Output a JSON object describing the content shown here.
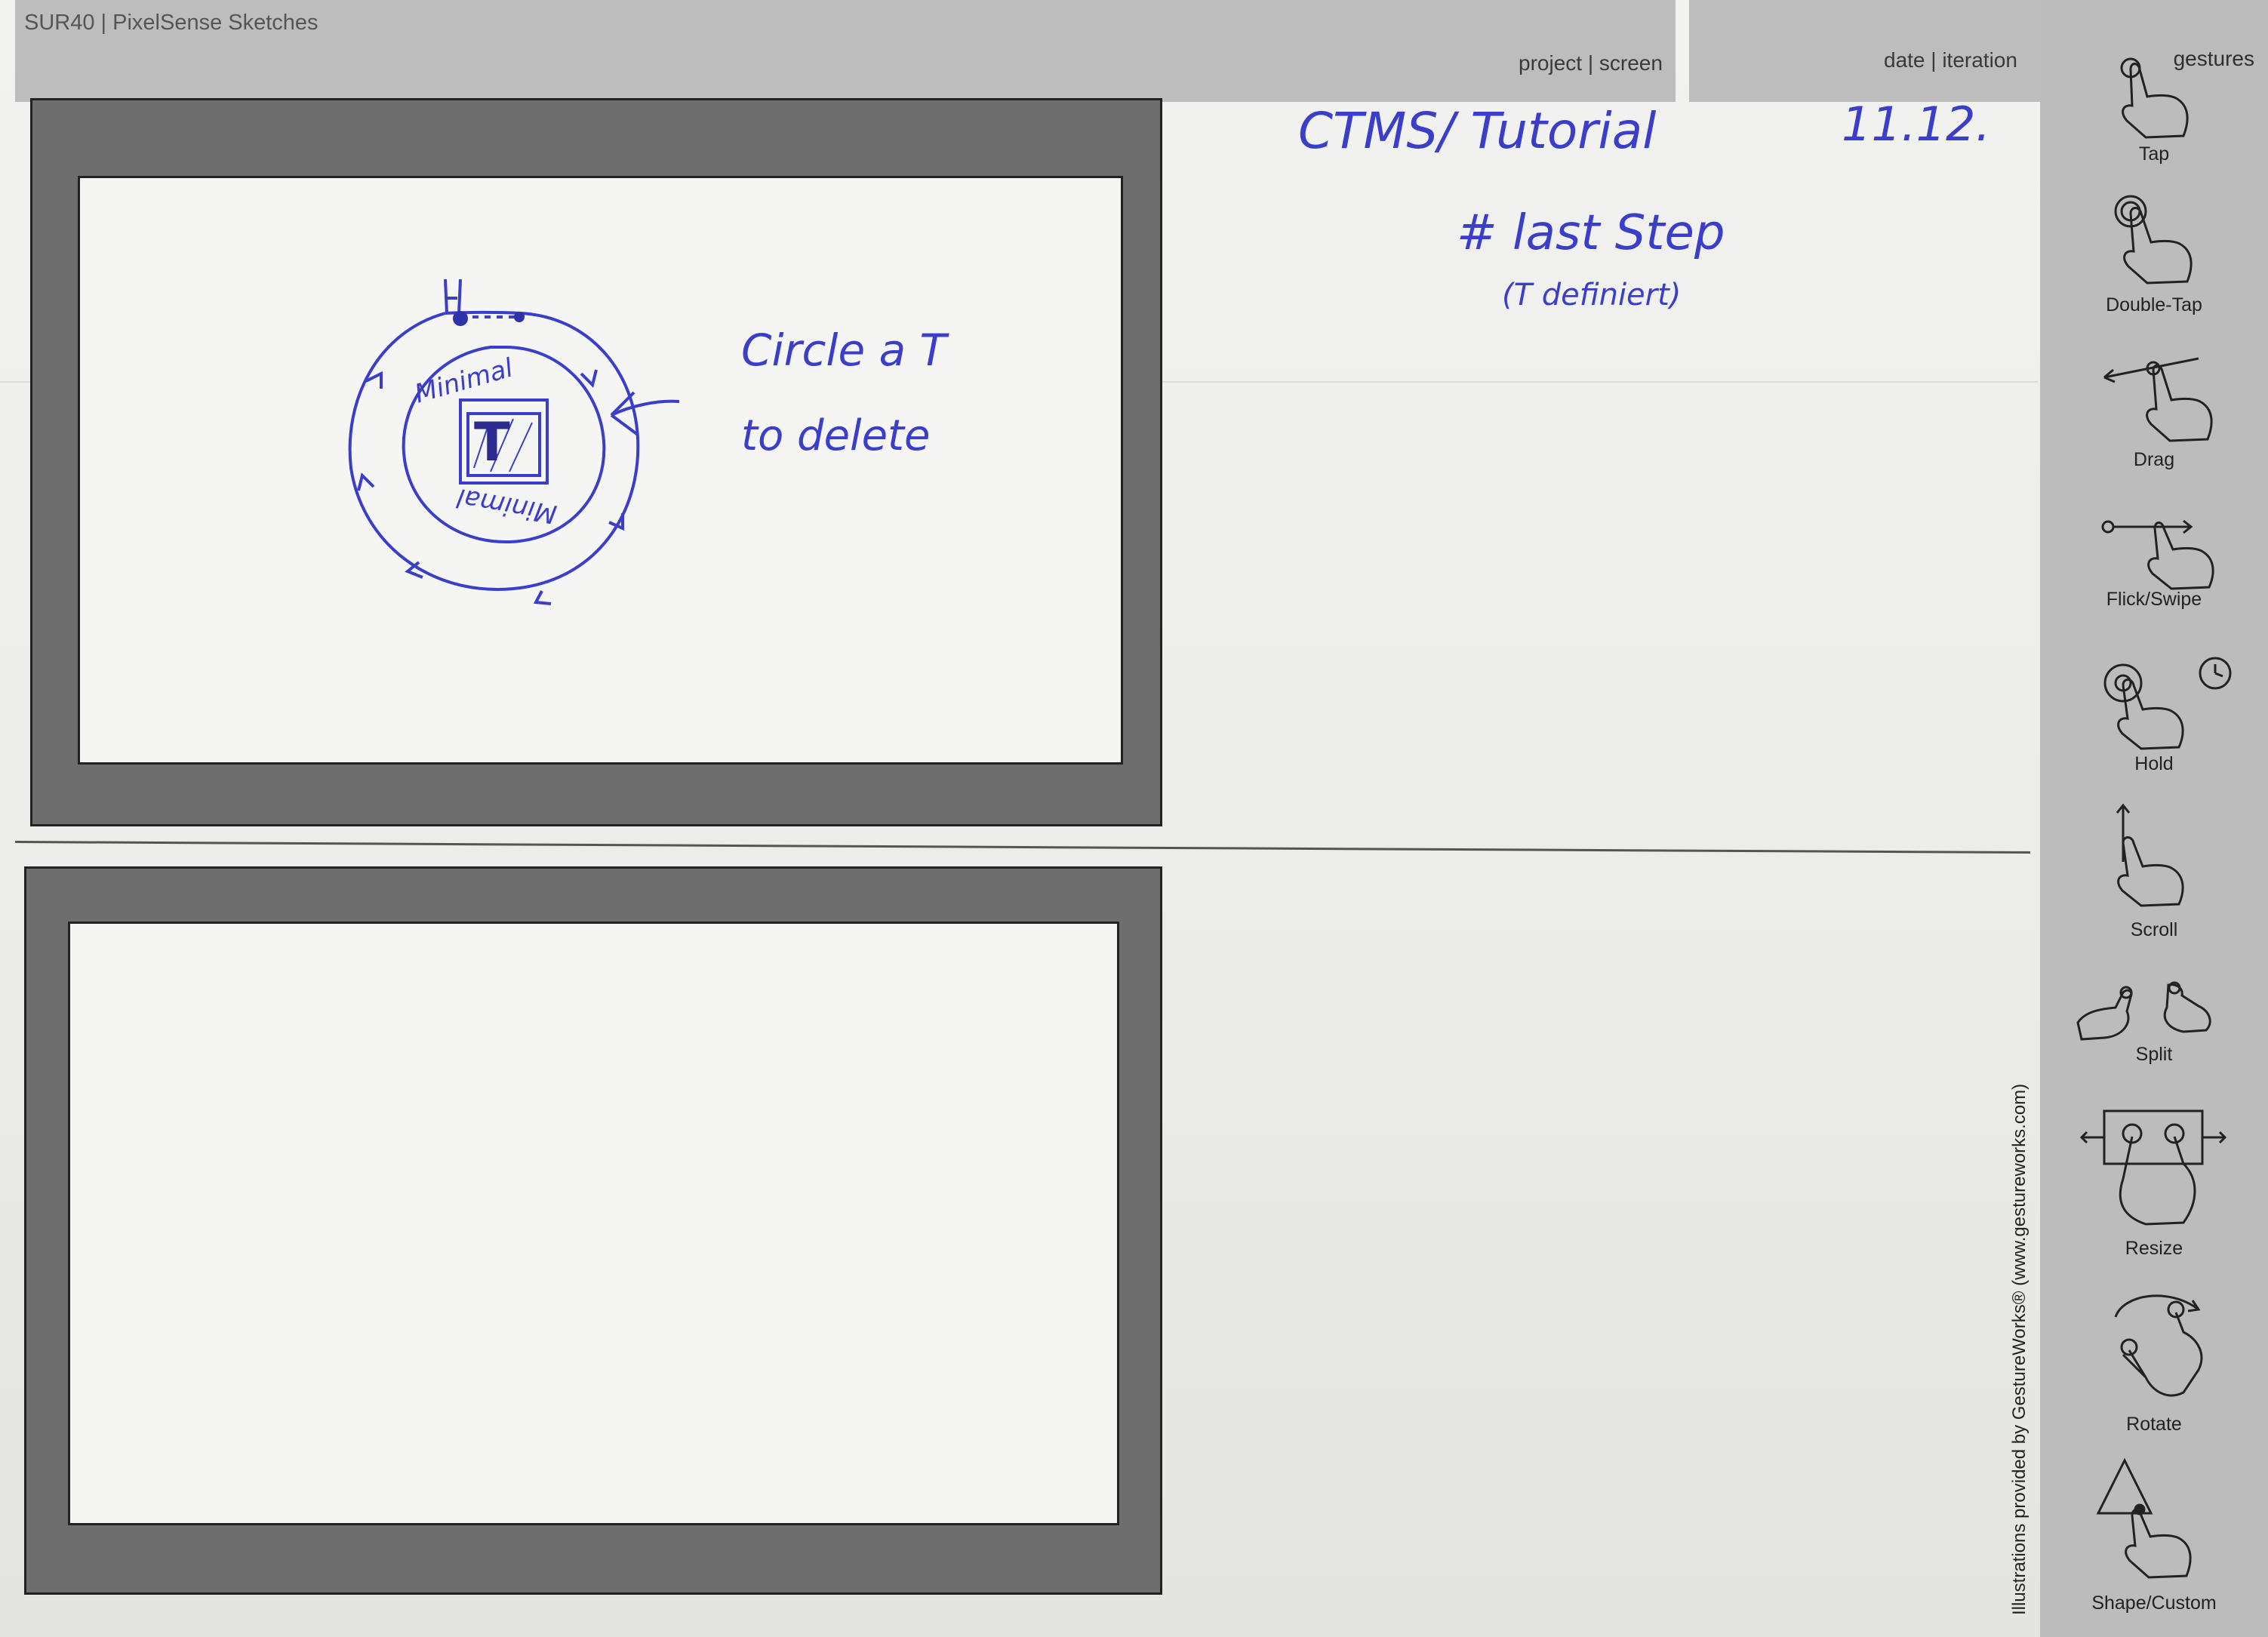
{
  "header": {
    "title": "SUR40 | PixelSense Sketches",
    "project_screen_label": "project | screen",
    "date_iteration_label": "date | iteration",
    "gestures_label": "gestures"
  },
  "handwriting": {
    "project": "CTMS/ Tutorial",
    "date": "11.12.",
    "step": "# last Step",
    "note": "(T definiert)",
    "instruction_line1": "Circle a T",
    "instruction_line2": "to delete",
    "ring_top": "Minimal",
    "ring_bottom": "Minimal",
    "tile_letter": "T"
  },
  "gestures": [
    {
      "label": "Tap",
      "icon": "tap-icon"
    },
    {
      "label": "Double-Tap",
      "icon": "double-tap-icon"
    },
    {
      "label": "Drag",
      "icon": "drag-icon"
    },
    {
      "label": "Flick/Swipe",
      "icon": "flick-swipe-icon"
    },
    {
      "label": "Hold",
      "icon": "hold-icon"
    },
    {
      "label": "Scroll",
      "icon": "scroll-icon"
    },
    {
      "label": "Split",
      "icon": "split-icon"
    },
    {
      "label": "Resize",
      "icon": "resize-icon"
    },
    {
      "label": "Rotate",
      "icon": "rotate-icon"
    },
    {
      "label": "Shape/Custom",
      "icon": "shape-custom-icon"
    }
  ],
  "credit": "Illustrations provided by GestureWorks® (www.gestureworks.com)",
  "colors": {
    "ink": "#3a3ec8",
    "frame": "#6e6e6e",
    "sidebar": "#bcbcbc"
  }
}
